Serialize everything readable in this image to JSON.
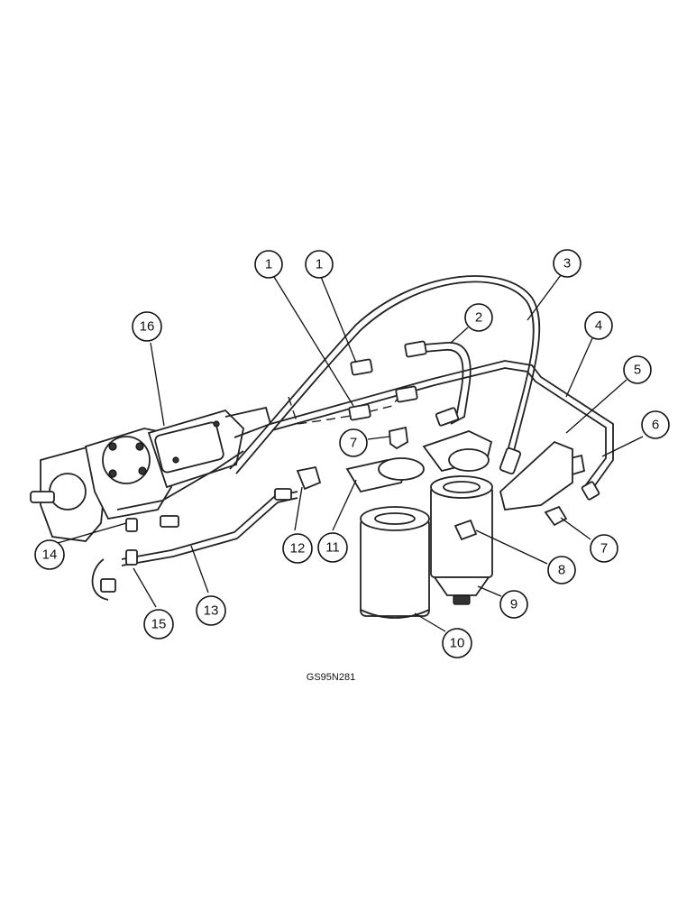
{
  "figure_code": "GS95N281",
  "callouts": [
    {
      "label": "1"
    },
    {
      "label": "1"
    },
    {
      "label": "2"
    },
    {
      "label": "3"
    },
    {
      "label": "4"
    },
    {
      "label": "5"
    },
    {
      "label": "6"
    },
    {
      "label": "7"
    },
    {
      "label": "7"
    },
    {
      "label": "8"
    },
    {
      "label": "9"
    },
    {
      "label": "10"
    },
    {
      "label": "11"
    },
    {
      "label": "12"
    },
    {
      "label": "13"
    },
    {
      "label": "14"
    },
    {
      "label": "15"
    },
    {
      "label": "16"
    }
  ]
}
